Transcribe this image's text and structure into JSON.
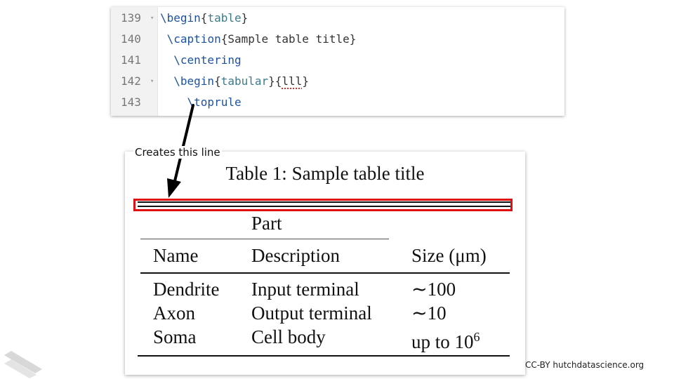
{
  "editor": {
    "lines": [
      {
        "no": "139",
        "folded": true,
        "parts": [
          [
            "kw",
            "\\begin"
          ],
          [
            "txt",
            "{"
          ],
          [
            "arg",
            "table"
          ],
          [
            "txt",
            "}"
          ]
        ]
      },
      {
        "no": "140",
        "folded": false,
        "parts": [
          [
            "txt",
            " "
          ],
          [
            "kw",
            "\\caption"
          ],
          [
            "txt",
            "{Sample table title}"
          ]
        ]
      },
      {
        "no": "141",
        "folded": false,
        "parts": [
          [
            "txt",
            "  "
          ],
          [
            "kw",
            "\\centering"
          ]
        ]
      },
      {
        "no": "142",
        "folded": true,
        "parts": [
          [
            "txt",
            "  "
          ],
          [
            "kw",
            "\\begin"
          ],
          [
            "txt",
            "{"
          ],
          [
            "arg",
            "tabular"
          ],
          [
            "txt",
            "}{"
          ],
          [
            "squig",
            "lll"
          ],
          [
            "txt",
            "}"
          ]
        ]
      },
      {
        "no": "143",
        "folded": false,
        "parts": [
          [
            "txt",
            "    "
          ],
          [
            "kw",
            "\\toprule"
          ]
        ]
      }
    ],
    "fold_glyph": "▾"
  },
  "annotation": {
    "label": "Creates this line"
  },
  "rendered_table": {
    "title": "Table 1: Sample table title",
    "group_header": "Part",
    "headers": {
      "name": "Name",
      "description": "Description",
      "size": "Size (μm)"
    },
    "rows": [
      {
        "name": "Dendrite",
        "description": "Input terminal",
        "size": "∼100"
      },
      {
        "name": "Axon",
        "description": "Output terminal",
        "size": "∼10"
      },
      {
        "name": "Soma",
        "description": "Cell body",
        "size_base": "up to 10",
        "size_sup": "6"
      }
    ]
  },
  "footer": {
    "credit": "CC-BY hutchdatascience.org"
  },
  "colors": {
    "keyword": "#1d52a1",
    "argument": "#3c7a8a",
    "highlight": "#e01010",
    "spell_underline": "#e0302a"
  }
}
